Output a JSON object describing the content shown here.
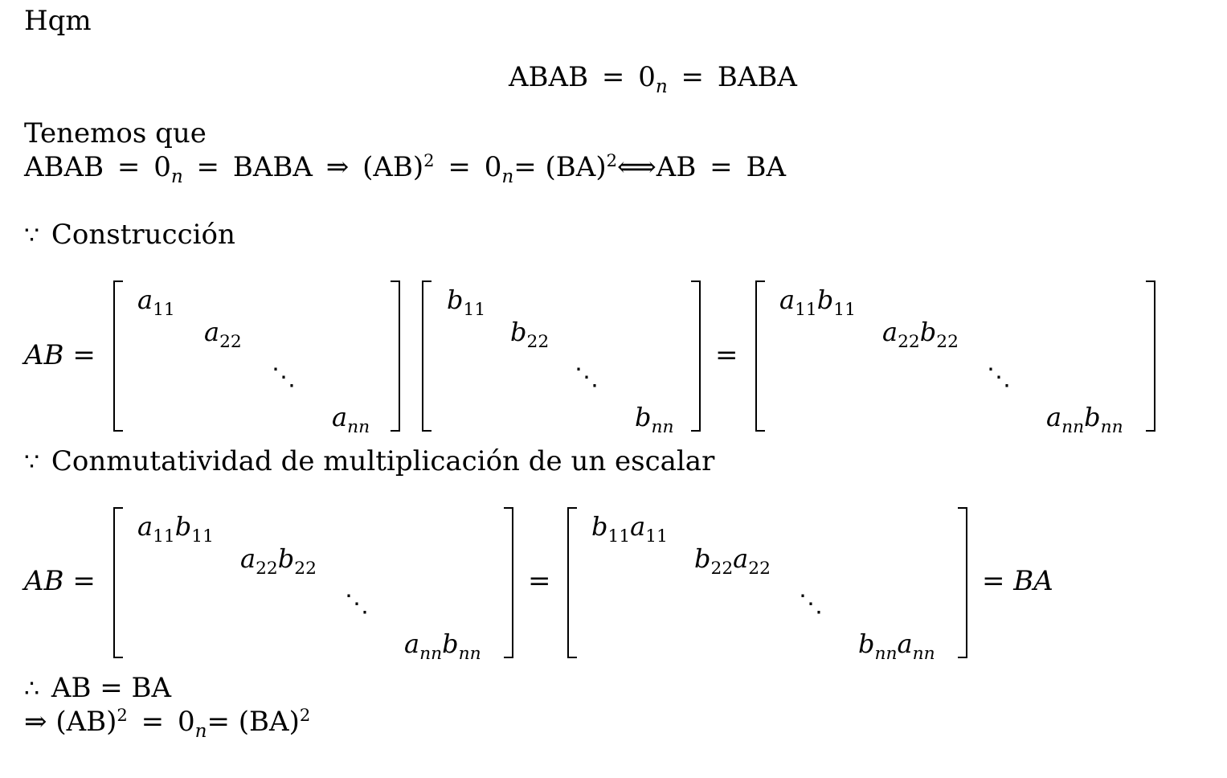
{
  "heading": "Hqm",
  "display_eq": {
    "lhs": "ABAB",
    "eq1": "=",
    "zero": "0",
    "zero_sub": "n",
    "eq2": "=",
    "rhs": "BABA"
  },
  "intro": {
    "text": "Tenemos que"
  },
  "implication_line": {
    "abab": "ABAB",
    "eq1": "=",
    "zero": "0",
    "zero_sub": "n",
    "eq2": "=",
    "baba": "BABA",
    "implies": "⇒",
    "ab_paren": "(AB)",
    "sq1": "2",
    "eq3": "=",
    "zero2": "0",
    "zero2_sub": "n",
    "eq4": "=",
    "ba_paren": "(BA)",
    "sq2": "2",
    "iff": "⟺",
    "ab": "AB",
    "eq5": "=",
    "ba": "BA"
  },
  "reason1": {
    "symbol": "∵",
    "text": "Construcción"
  },
  "eq_block1": {
    "lhs": "AB =",
    "equals": "=",
    "matrix_a": {
      "d1_base": "a",
      "d1_sub": "11",
      "d2_base": "a",
      "d2_sub": "22",
      "dots": "⋱",
      "dn_base": "a",
      "dn_sub": "nn"
    },
    "matrix_b": {
      "d1_base": "b",
      "d1_sub": "11",
      "d2_base": "b",
      "d2_sub": "22",
      "dots": "⋱",
      "dn_base": "b",
      "dn_sub": "nn"
    },
    "matrix_ab": {
      "d1_a": "a",
      "d1_a_sub": "11",
      "d1_b": "b",
      "d1_b_sub": "11",
      "d2_a": "a",
      "d2_a_sub": "22",
      "d2_b": "b",
      "d2_b_sub": "22",
      "dots": "⋱",
      "dn_a": "a",
      "dn_a_sub": "nn",
      "dn_b": "b",
      "dn_b_sub": "nn"
    }
  },
  "reason2": {
    "symbol": "∵",
    "text": "Conmutatividad de multiplicación de un escalar"
  },
  "eq_block2": {
    "lhs": "AB =",
    "equals": "=",
    "rhs": "= BA",
    "matrix_ab": {
      "d1_a": "a",
      "d1_a_sub": "11",
      "d1_b": "b",
      "d1_b_sub": "11",
      "d2_a": "a",
      "d2_a_sub": "22",
      "d2_b": "b",
      "d2_b_sub": "22",
      "dots": "⋱",
      "dn_a": "a",
      "dn_a_sub": "nn",
      "dn_b": "b",
      "dn_b_sub": "nn"
    },
    "matrix_ba": {
      "d1_b": "b",
      "d1_b_sub": "11",
      "d1_a": "a",
      "d1_a_sub": "11",
      "d2_b": "b",
      "d2_b_sub": "22",
      "d2_a": "a",
      "d2_a_sub": "22",
      "dots": "⋱",
      "dn_b": "b",
      "dn_b_sub": "nn",
      "dn_a": "a",
      "dn_a_sub": "nn"
    }
  },
  "conclusion": {
    "symbol": "∴",
    "text": "AB = BA"
  },
  "final_line": {
    "implies": "⇒",
    "ab_paren": "(AB)",
    "sq1": "2",
    "eq1": "=",
    "zero": "0",
    "zero_sub": "n",
    "eq2": "=",
    "ba_paren": "(BA)",
    "sq2": "2"
  }
}
